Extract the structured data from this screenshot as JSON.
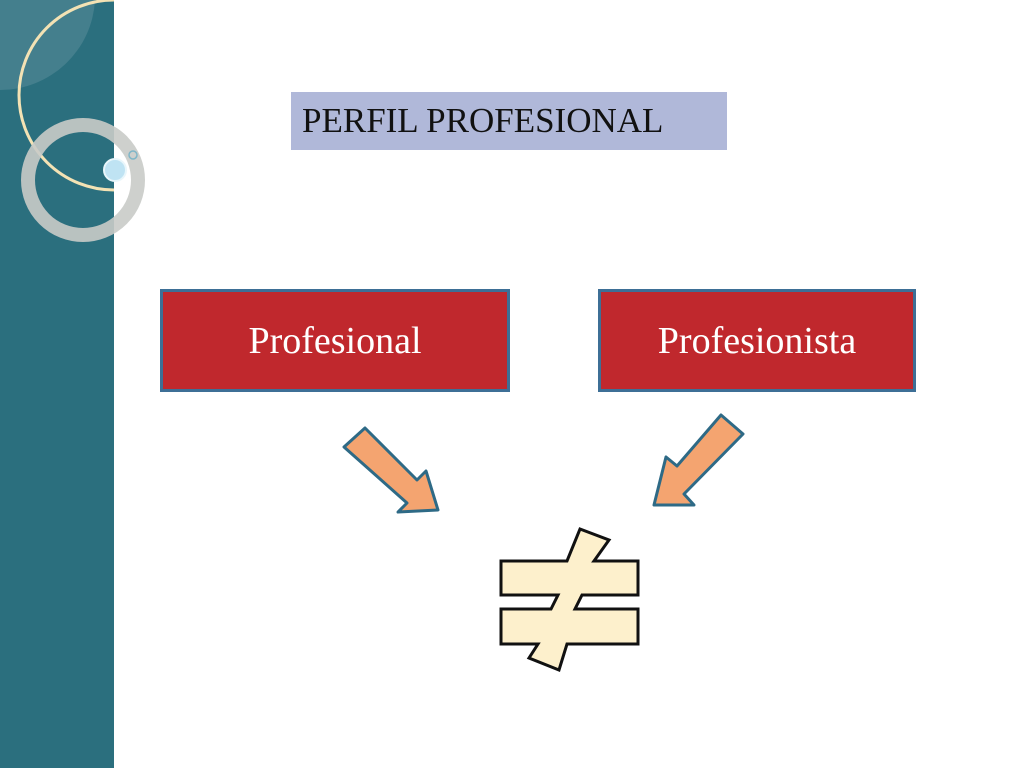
{
  "diagram": {
    "title": "PERFIL PROFESIONAL",
    "concepts": [
      {
        "label": "Profesional"
      },
      {
        "label": "Profesionista"
      }
    ],
    "relation_symbol": "not-equal-icon"
  },
  "colors": {
    "side_band": "#2b6f7e",
    "title_background": "#b0b8d9",
    "concept_fill": "#c0282d",
    "concept_border": "#3d6f96",
    "arrow_fill": "#f4a470",
    "symbol_fill": "#fdf0cc"
  }
}
